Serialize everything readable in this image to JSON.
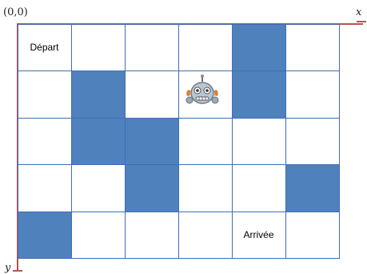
{
  "axes": {
    "origin": "(0,0)",
    "x_label": "x",
    "y_label": "y"
  },
  "grid": {
    "rows": 5,
    "cols": 6,
    "filled_cells": [
      [
        0,
        4
      ],
      [
        1,
        1
      ],
      [
        1,
        4
      ],
      [
        2,
        1
      ],
      [
        2,
        2
      ],
      [
        3,
        2
      ],
      [
        3,
        5
      ],
      [
        4,
        0
      ]
    ],
    "labels": {
      "start": "Départ",
      "end": "Arrivée"
    },
    "start_cell": [
      0,
      0
    ],
    "end_cell": [
      4,
      4
    ],
    "robot_cell": [
      1,
      3
    ]
  },
  "colors": {
    "filled": "#4f81bd",
    "grid_line": "#3f6fb5",
    "axis": "#c0504d"
  },
  "icons": {
    "robot": "robot-icon"
  }
}
